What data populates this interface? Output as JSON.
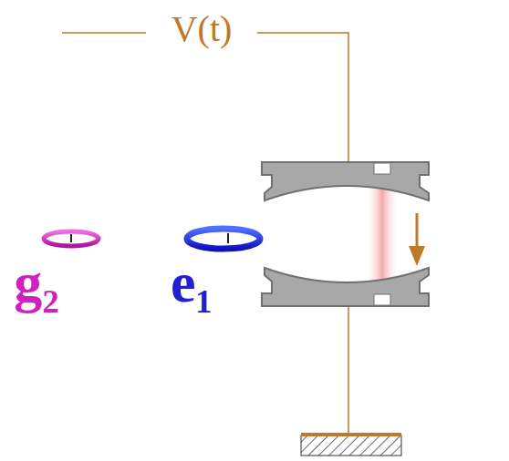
{
  "diagram": {
    "labels": [
      "V(t)",
      "g₂",
      "e₁"
    ]
  }
}
